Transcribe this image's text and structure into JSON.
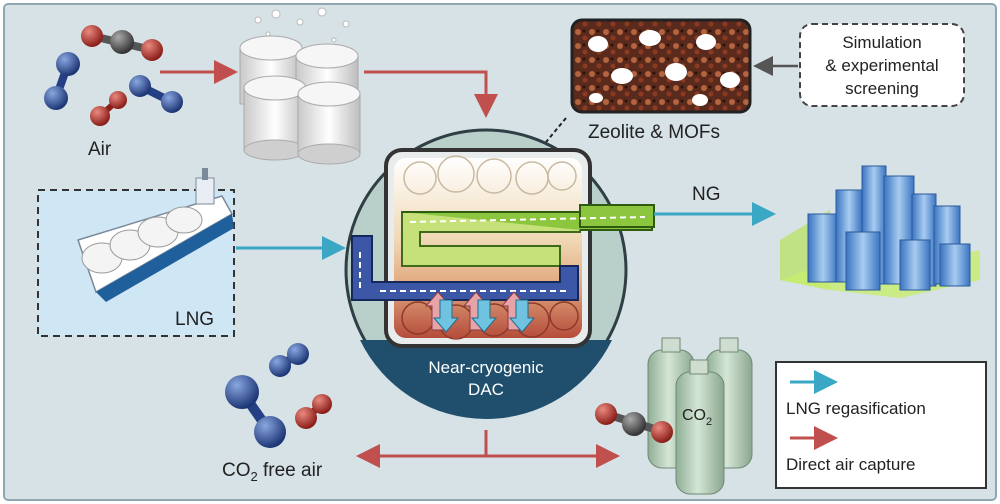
{
  "labels": {
    "air": "Air",
    "zeolite": "Zeolite & MOFs",
    "simulation_line1": "Simulation",
    "simulation_line2": "& experimental",
    "simulation_line3": "screening",
    "ng": "NG",
    "lng": "LNG",
    "dac_line1": "Near-cryogenic",
    "dac_line2": "DAC",
    "co2_free_air_prefix": "CO",
    "co2_free_air_sub": "2",
    "co2_free_air_suffix": " free air",
    "co2_tank_prefix": "CO",
    "co2_tank_sub": "2"
  },
  "legend": {
    "items": [
      {
        "label": "LNG regasification",
        "color": "#3aa7c4"
      },
      {
        "label": "Direct air capture",
        "color": "#c0504d"
      }
    ]
  },
  "colors": {
    "background": "#d6e2e6",
    "frame": "#8fa7b3",
    "lng_arrow": "#3aa7c4",
    "capture_arrow": "#c0504d",
    "dac_circle": "#b9cfc9",
    "dac_band": "#1f4f6d",
    "green_pipe": "#8cc63f",
    "blue_pipe": "#3b57a6"
  }
}
